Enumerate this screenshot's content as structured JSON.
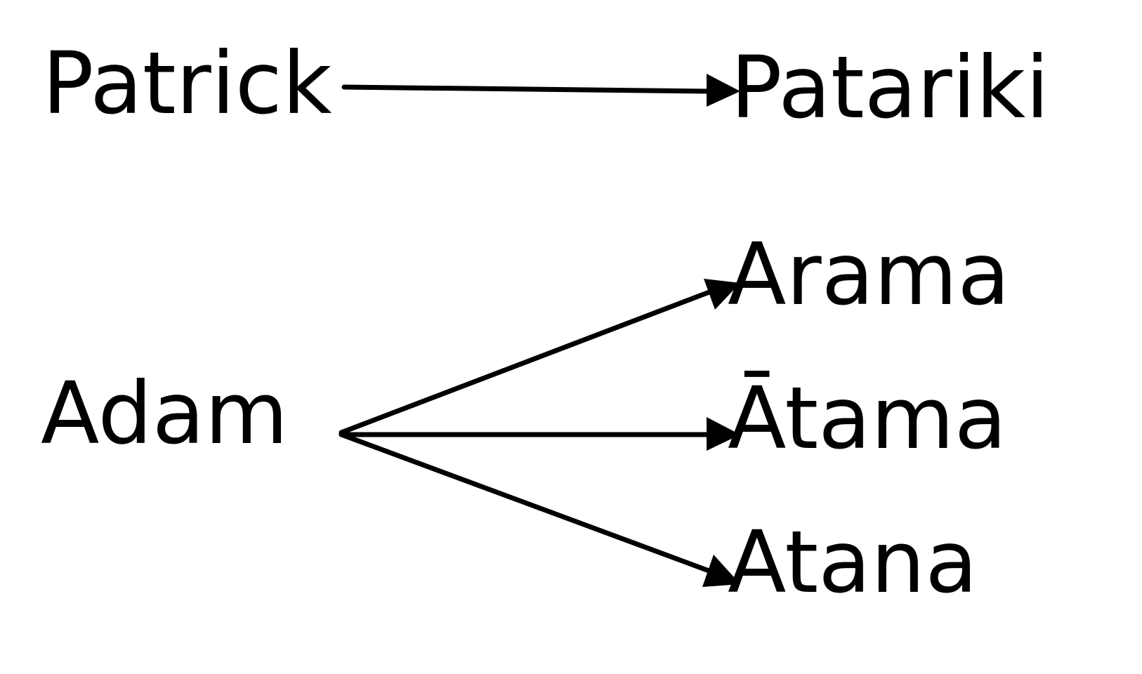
{
  "source_words": {
    "patrick": "Patrick",
    "adam": "Adam"
  },
  "target_words": {
    "patariki": "Patariki",
    "arama": "Arama",
    "atama": "Ātama",
    "atana": "Atana"
  },
  "mappings": [
    {
      "from": "Patrick",
      "to": "Patariki"
    },
    {
      "from": "Adam",
      "to": "Arama"
    },
    {
      "from": "Adam",
      "to": "Ātama"
    },
    {
      "from": "Adam",
      "to": "Atana"
    }
  ],
  "colors": {
    "text": "#000000",
    "arrow": "#000000",
    "background": "#ffffff"
  }
}
